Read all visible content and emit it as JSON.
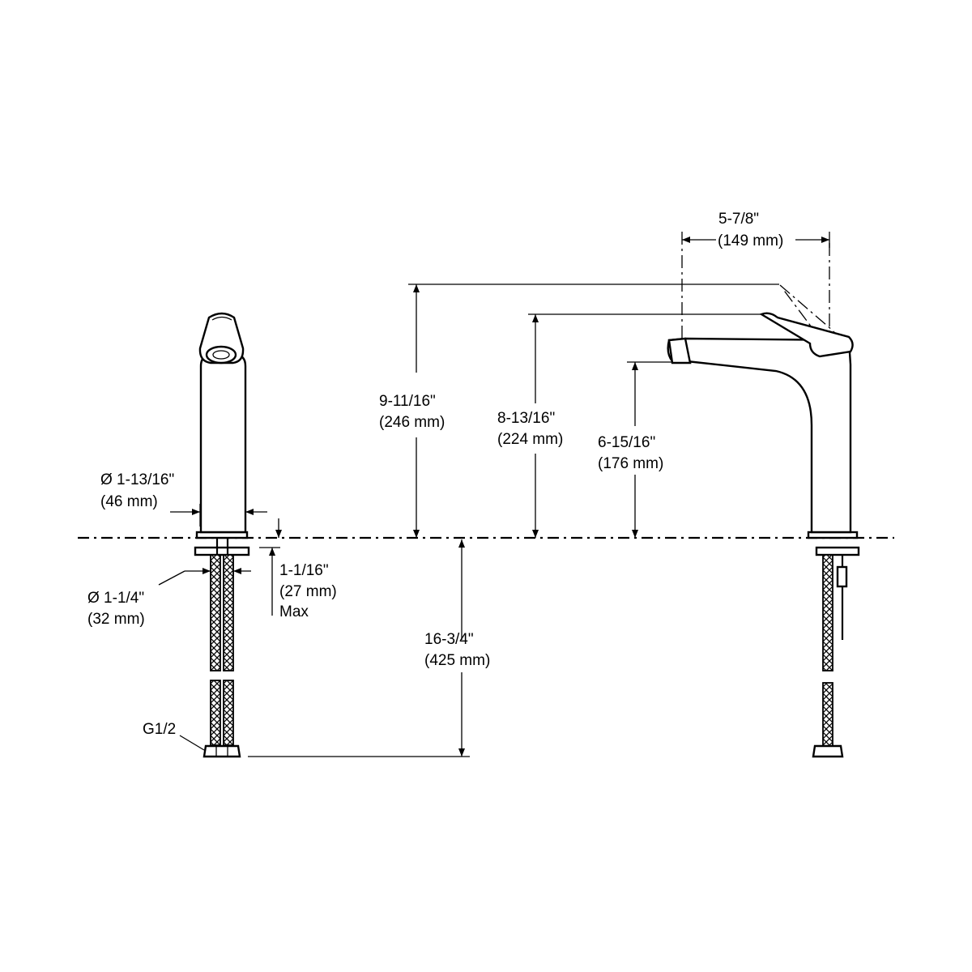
{
  "dimensions": {
    "spout_reach": {
      "in": "5-7/8\"",
      "mm": "(149 mm)"
    },
    "overall_height": {
      "in": "9-11/16\"",
      "mm": "(246 mm)"
    },
    "handle_height": {
      "in": "8-13/16\"",
      "mm": "(224 mm)"
    },
    "spout_height": {
      "in": "6-15/16\"",
      "mm": "(176 mm)"
    },
    "base_diameter": {
      "in": "Ø 1-13/16\"",
      "mm": "(46 mm)"
    },
    "shank_diameter": {
      "in": "Ø 1-1/4\"",
      "mm": "(32 mm)"
    },
    "deck_thickness": {
      "in": "1-1/16\"",
      "mm": "(27 mm)",
      "note": "Max"
    },
    "hose_length": {
      "in": "16-3/4\"",
      "mm": "(425 mm)"
    },
    "connection": {
      "label": "G1/2"
    }
  }
}
